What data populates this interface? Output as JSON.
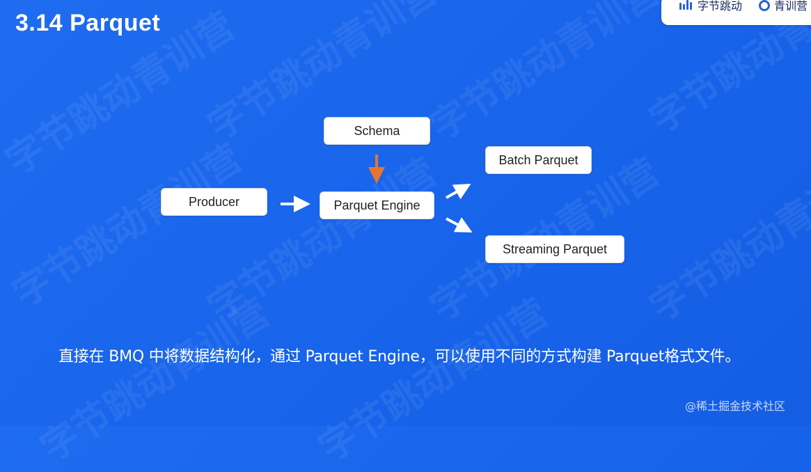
{
  "slide": {
    "title": "3.14 Parquet",
    "caption": "直接在 BMQ 中将数据结构化，通过 Parquet Engine，可以使用不同的方式构建 Parquet格式文件。",
    "watermark_text": "字节跳动青训营",
    "credit": "@稀土掘金技术社区"
  },
  "logo": {
    "left_text": "字节跳动",
    "right_text": "青训营"
  },
  "diagram": {
    "nodes": {
      "producer": "Producer",
      "schema": "Schema",
      "engine": "Parquet Engine",
      "batch": "Batch Parquet",
      "streaming": "Streaming Parquet"
    },
    "colors": {
      "background": "#1763ea",
      "node_fill": "#ffffff",
      "arrow_white": "#ffffff",
      "arrow_schema": "#e8742e"
    }
  }
}
